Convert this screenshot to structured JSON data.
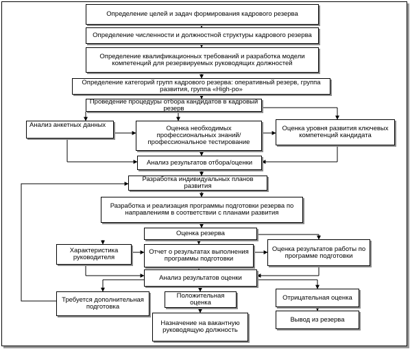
{
  "nodes": {
    "n1": "Определение целей и задач формирования кадрового резерва",
    "n2": "Определение численности и должностной структуры кадрового резерва",
    "n3": "Определение квалификационных требований и разработка модели компетенций для резервируемых руководящих должностей",
    "n4": "Определение категорий групп кадрового резерва: оперативный резерв, группа развития, группа «High-po»",
    "n5": "Проведение процедуры отбора кандидатов в кадровый резерв",
    "n6": "Анализ анкетных данных",
    "n7": "Оценка необходимых профессиональных знаний/профессиональное тестирование",
    "n8": "Оценка уровня развития ключевых компетенций кандидата",
    "n9": "Анализ результатов отбора/оценки",
    "n10": "Разработка индивидуальных планов развития",
    "n11": "Разработка и реализация программы подготовки резерва по направлениям в соответствии с планами развития",
    "n12": "Оценка резерва",
    "n13": "Характеристика руководителя",
    "n14": "Отчет о результатах выполнения программы подготовки",
    "n15": "Оценка результатов работы по программе подготовки",
    "n16": "Анализ результатов оценки",
    "n17": "Требуется дополнительная подготовка",
    "n18": "Положительная оценка",
    "n19": "Назначение на вакантную руководящую должность",
    "n20": "Отрицательная оценка",
    "n21": "Вывод из резерва"
  }
}
